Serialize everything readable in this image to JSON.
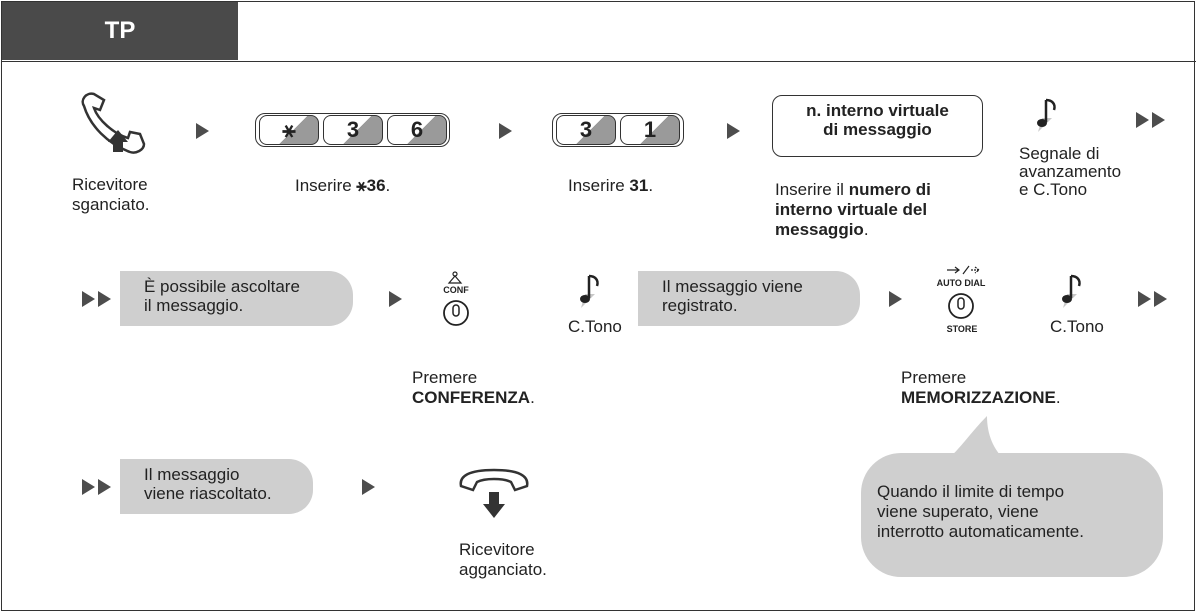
{
  "header": {
    "tab_label": "TP"
  },
  "row1": {
    "step1_label_l1": "Ricevitore",
    "step1_label_l2": "sganciato.",
    "step2_keys": [
      "⚹",
      "3",
      "6"
    ],
    "step2_label_prefix": "Inserire ",
    "step2_label_bold": "⚹36",
    "step2_label_suffix": ".",
    "step3_keys": [
      "3",
      "1"
    ],
    "step3_label_prefix": "Inserire ",
    "step3_label_bold": "31",
    "step3_label_suffix": ".",
    "step4_box_l1": "n. interno virtuale",
    "step4_box_l2": "di messaggio",
    "step4_label_prefix": "Inserire il ",
    "step4_label_bold1": "numero di",
    "step4_label_bold2": "interno virtuale del",
    "step4_label_bold3": "messaggio",
    "step4_label_suffix": ".",
    "step5_label_l1": "Segnale di",
    "step5_label_l2": "avanzamento",
    "step5_label_l3": "e C.Tono"
  },
  "row2": {
    "bubble1_l1": "È possibile ascoltare",
    "bubble1_l2": "il messaggio.",
    "conf_key_label": "CONF",
    "tone1_label": "C.Tono",
    "bubble2_l1": "Il messaggio viene",
    "bubble2_l2": "registrato.",
    "auto_dial_label": "AUTO DIAL",
    "store_label": "STORE",
    "tone2_label": "C.Tono",
    "press_conf_l1": "Premere",
    "press_conf_bold": "CONFERENZA",
    "press_conf_suffix": ".",
    "press_store_l1": "Premere",
    "press_store_bold": "MEMORIZZAZIONE",
    "press_store_suffix": "."
  },
  "row3": {
    "bubble_l1": "Il messaggio",
    "bubble_l2": "viene riascoltato.",
    "hangup_l1": "Ricevitore",
    "hangup_l2": "agganciato.",
    "callout_l1": "Quando il limite di tempo",
    "callout_l2": "viene superato, viene",
    "callout_l3": "interrotto automaticamente."
  },
  "colors": {
    "tab": "#4a4a4a",
    "bubble": "#cfcfcf",
    "arrow": "#4d4d4d"
  }
}
